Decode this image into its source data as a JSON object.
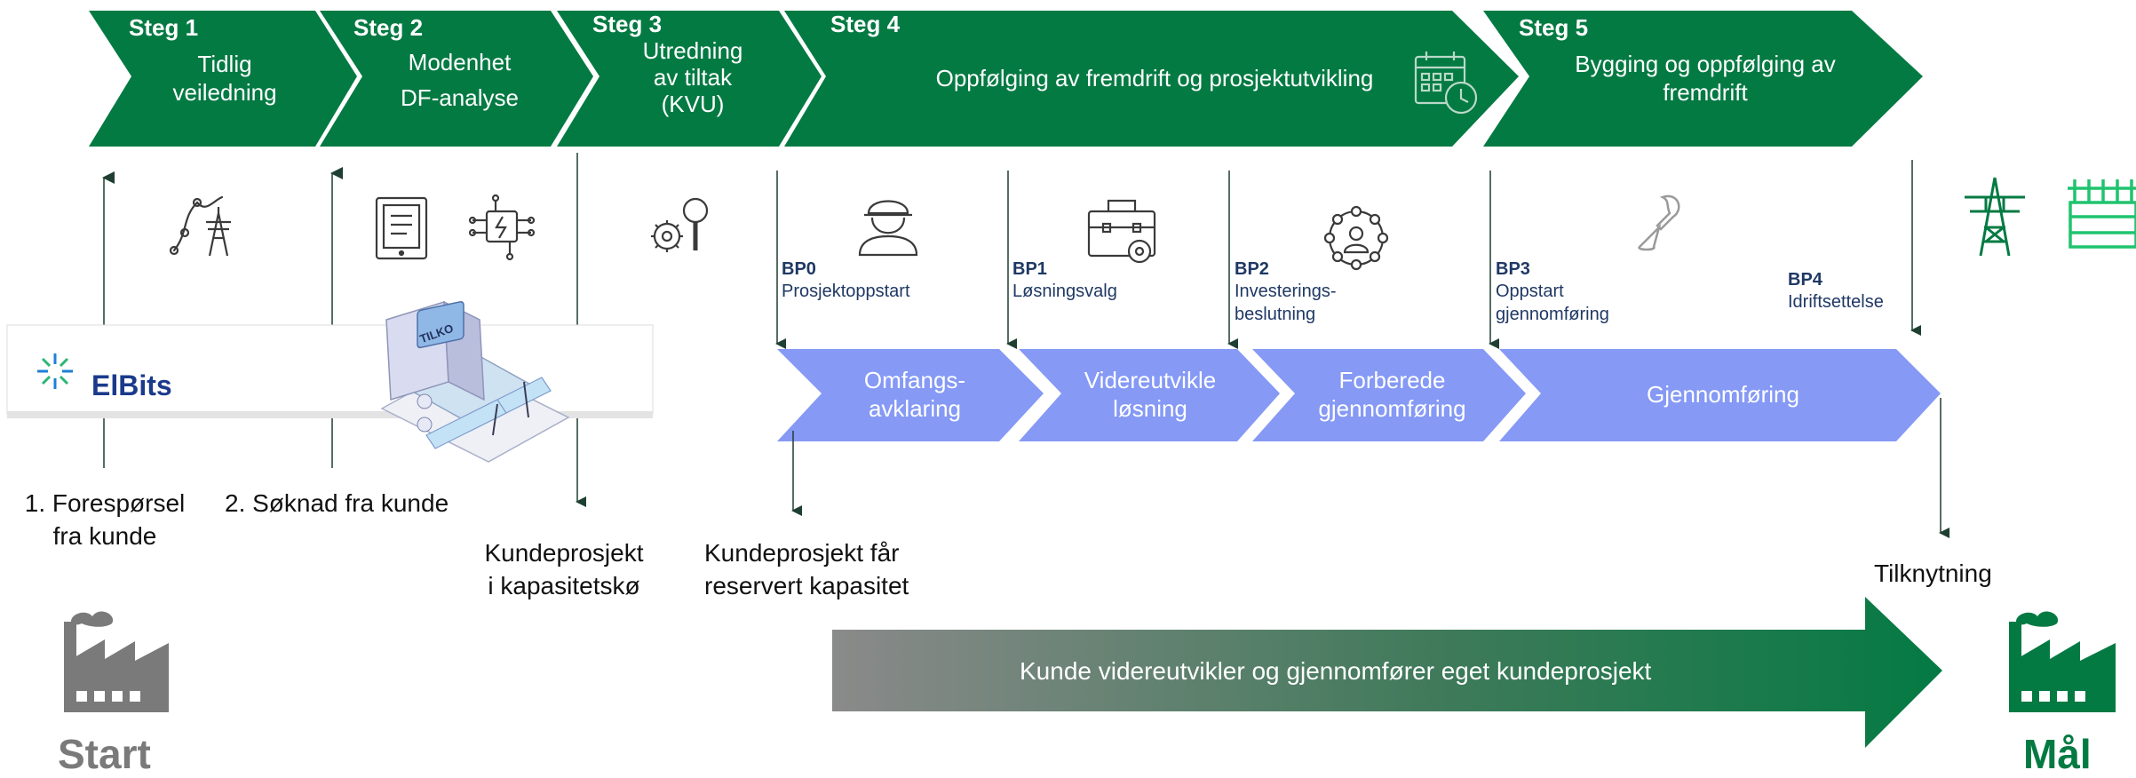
{
  "steps": [
    {
      "title": "Steg 1",
      "lines": [
        "Tidlig",
        "veiledning"
      ]
    },
    {
      "title": "Steg 2",
      "lines": [
        "Modenhet",
        "DF-analyse"
      ]
    },
    {
      "title": "Steg 3",
      "lines": [
        "Utredning",
        "av tiltak",
        "(KVU)"
      ]
    },
    {
      "title": "Steg 4",
      "lines": [
        "Oppfølging av fremdrift og prosjektutvikling"
      ]
    },
    {
      "title": "Steg 5",
      "lines": [
        "Bygging og oppfølging av",
        "fremdrift"
      ]
    }
  ],
  "decision_points": [
    {
      "code": "BP0",
      "lines": [
        "Prosjektoppstart"
      ]
    },
    {
      "code": "BP1",
      "lines": [
        "Løsningsvalg"
      ]
    },
    {
      "code": "BP2",
      "lines": [
        "Investerings-",
        "beslutning"
      ]
    },
    {
      "code": "BP3",
      "lines": [
        "Oppstart",
        "gjennomføring"
      ]
    },
    {
      "code": "BP4",
      "lines": [
        "Idriftsettelse"
      ]
    }
  ],
  "phases": [
    {
      "lines": [
        "Omfangs-",
        "avklaring"
      ]
    },
    {
      "lines": [
        "Videreutvikle",
        "løsning"
      ]
    },
    {
      "lines": [
        "Forberede",
        "gjennomføring"
      ]
    },
    {
      "lines": [
        "Gjennomføring"
      ]
    }
  ],
  "captions": {
    "request": [
      "1. Forespørsel",
      "fra kunde"
    ],
    "application": [
      "2. Søknad fra kunde"
    ],
    "queue": [
      "Kundeprosjekt",
      "i kapasitetskø"
    ],
    "reserved": [
      "Kundeprosjekt får",
      "reservert kapasitet"
    ],
    "connection": [
      "Tilknytning"
    ]
  },
  "elbits": {
    "brand": "ElBits"
  },
  "tilko_screen": "TILKO",
  "bottom_arrow_text": "Kunde videreutvikler og gjennomfører eget kundeprosjekt",
  "start_label": "Start",
  "goal_label": "Mål",
  "colors": {
    "green": "#047a43",
    "green_light": "#1fc46e",
    "phase_blue": "#8599f5",
    "gray": "#7a7a7a",
    "dark_text": "#1f3864",
    "icon": "#3a3a3a"
  },
  "icons": [
    "power-line-icon",
    "pylon-icon",
    "document-icon",
    "circuit-icon",
    "gear-search-icon",
    "calendar-clock-icon",
    "worker-icon",
    "toolbox-icon",
    "team-network-icon",
    "wrench-icon",
    "transmission-tower-icon",
    "substation-icon",
    "factory-start-icon",
    "factory-goal-icon"
  ]
}
